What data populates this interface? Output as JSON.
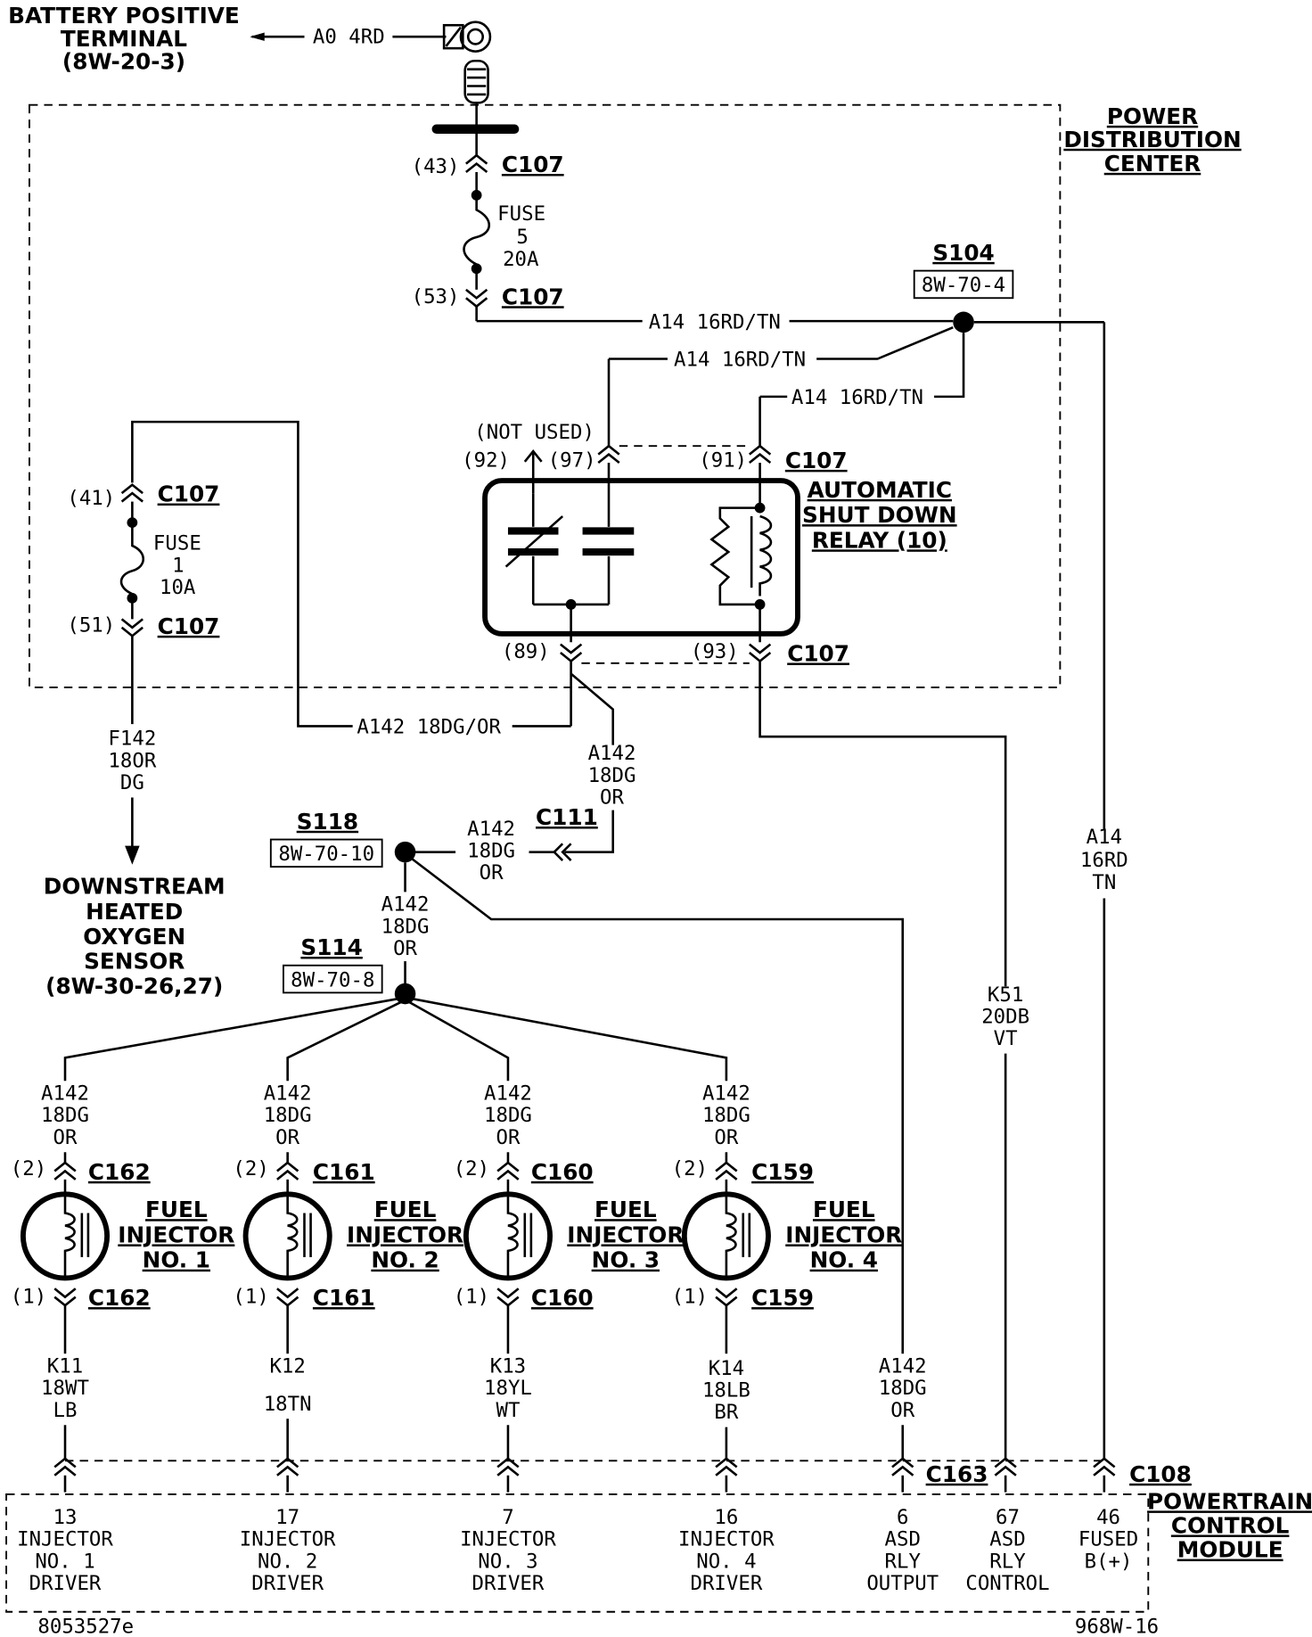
{
  "top": {
    "battery_lines": [
      "BATTERY POSITIVE",
      "TERMINAL",
      "(8W-20-3)"
    ],
    "battery_wire": "A0 4RD"
  },
  "pdc": {
    "title_lines": [
      "POWER",
      "DISTRIBUTION",
      "CENTER"
    ]
  },
  "connectors": {
    "c107": "C107",
    "c111": "C111",
    "c162": "C162",
    "c161": "C161",
    "c160": "C160",
    "c159": "C159",
    "c163": "C163",
    "c108": "C108"
  },
  "pins": {
    "p43": "(43)",
    "p53": "(53)",
    "p41": "(41)",
    "p51": "(51)",
    "p92": "(92)",
    "p97": "(97)",
    "p91": "(91)",
    "p89": "(89)",
    "p93": "(93)",
    "p2": "(2)",
    "p1": "(1)"
  },
  "fuses": {
    "fuse5": [
      "FUSE",
      "5",
      "20A"
    ],
    "fuse1": [
      "FUSE",
      "1",
      "10A"
    ]
  },
  "splices": {
    "s104": {
      "name": "S104",
      "ref": "8W-70-4"
    },
    "s118": {
      "name": "S118",
      "ref": "8W-70-10"
    },
    "s114": {
      "name": "S114",
      "ref": "8W-70-8"
    }
  },
  "relay": {
    "not_used": "(NOT USED)",
    "name_lines": [
      "AUTOMATIC",
      "SHUT DOWN",
      "RELAY (10)"
    ]
  },
  "wires": {
    "a14_inline": "A14 16RD/TN",
    "a142_inline": "A142 18DG/OR",
    "a142_stack": [
      "A142",
      "18DG",
      "OR"
    ],
    "f142": [
      "F142",
      "18OR",
      "DG"
    ],
    "k51": [
      "K51",
      "20DB",
      "VT"
    ],
    "a14_stack": [
      "A14",
      "16RD",
      "TN"
    ],
    "k11": [
      "K11",
      "18WT",
      "LB"
    ],
    "k12": [
      "K12",
      "18TN"
    ],
    "k13": [
      "K13",
      "18YL",
      "WT"
    ],
    "k14": [
      "K14",
      "18LB",
      "BR"
    ]
  },
  "o2_sensor": [
    "DOWNSTREAM",
    "HEATED",
    "OXYGEN",
    "SENSOR",
    "(8W-30-26,27)"
  ],
  "injectors": [
    {
      "title": [
        "FUEL",
        "INJECTOR",
        "NO. 1"
      ]
    },
    {
      "title": [
        "FUEL",
        "INJECTOR",
        "NO. 2"
      ]
    },
    {
      "title": [
        "FUEL",
        "INJECTOR",
        "NO. 3"
      ]
    },
    {
      "title": [
        "FUEL",
        "INJECTOR",
        "NO. 4"
      ]
    }
  ],
  "pcm": {
    "title_lines": [
      "POWERTRAIN",
      "CONTROL",
      "MODULE"
    ],
    "pins": [
      [
        "13",
        "INJECTOR",
        "NO. 1",
        "DRIVER"
      ],
      [
        "17",
        "INJECTOR",
        "NO. 2",
        "DRIVER"
      ],
      [
        "7",
        "INJECTOR",
        "NO. 3",
        "DRIVER"
      ],
      [
        "16",
        "INJECTOR",
        "NO. 4",
        "DRIVER"
      ],
      [
        "6",
        "ASD",
        "RLY",
        "OUTPUT"
      ],
      [
        "67",
        "ASD",
        "RLY",
        "CONTROL"
      ],
      [
        "46",
        "FUSED",
        "B(+)"
      ]
    ]
  },
  "footer": {
    "left_code": "8053527e",
    "right_code": "968W-16"
  }
}
